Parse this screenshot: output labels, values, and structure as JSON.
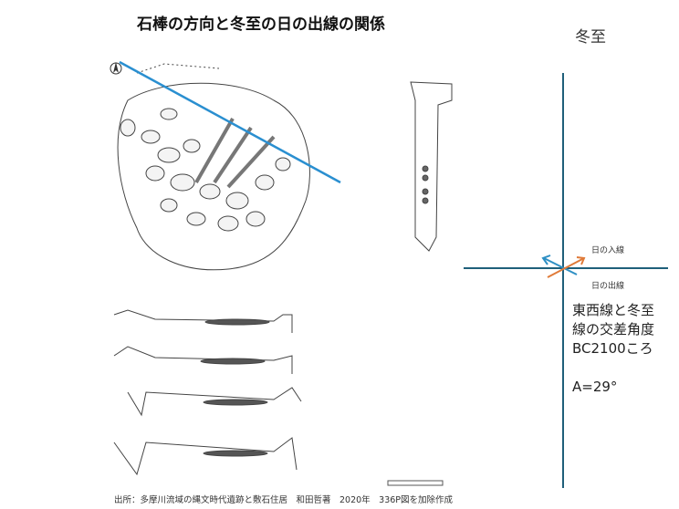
{
  "title": "石棒の方向と冬至の日の出線の関係",
  "season_label": "冬至",
  "diagram": {
    "sunset_line_label": "日の入線",
    "sunrise_line_label": "日の出線",
    "description_lines": [
      "東西線と冬至",
      "線の交差角度",
      "BC2100ころ",
      "",
      "A=29°"
    ],
    "angle_deg": 29,
    "colors": {
      "axis": "#1f5f7a",
      "sunset_arrow": "#2d8fc4",
      "sunrise_arrow": "#e07b39",
      "alignment_line": "#2a8fd0"
    }
  },
  "footer": "出所：多摩川流域の縄文時代遺跡と敷石住居　和田哲著　2020年　336P図を加除作成"
}
